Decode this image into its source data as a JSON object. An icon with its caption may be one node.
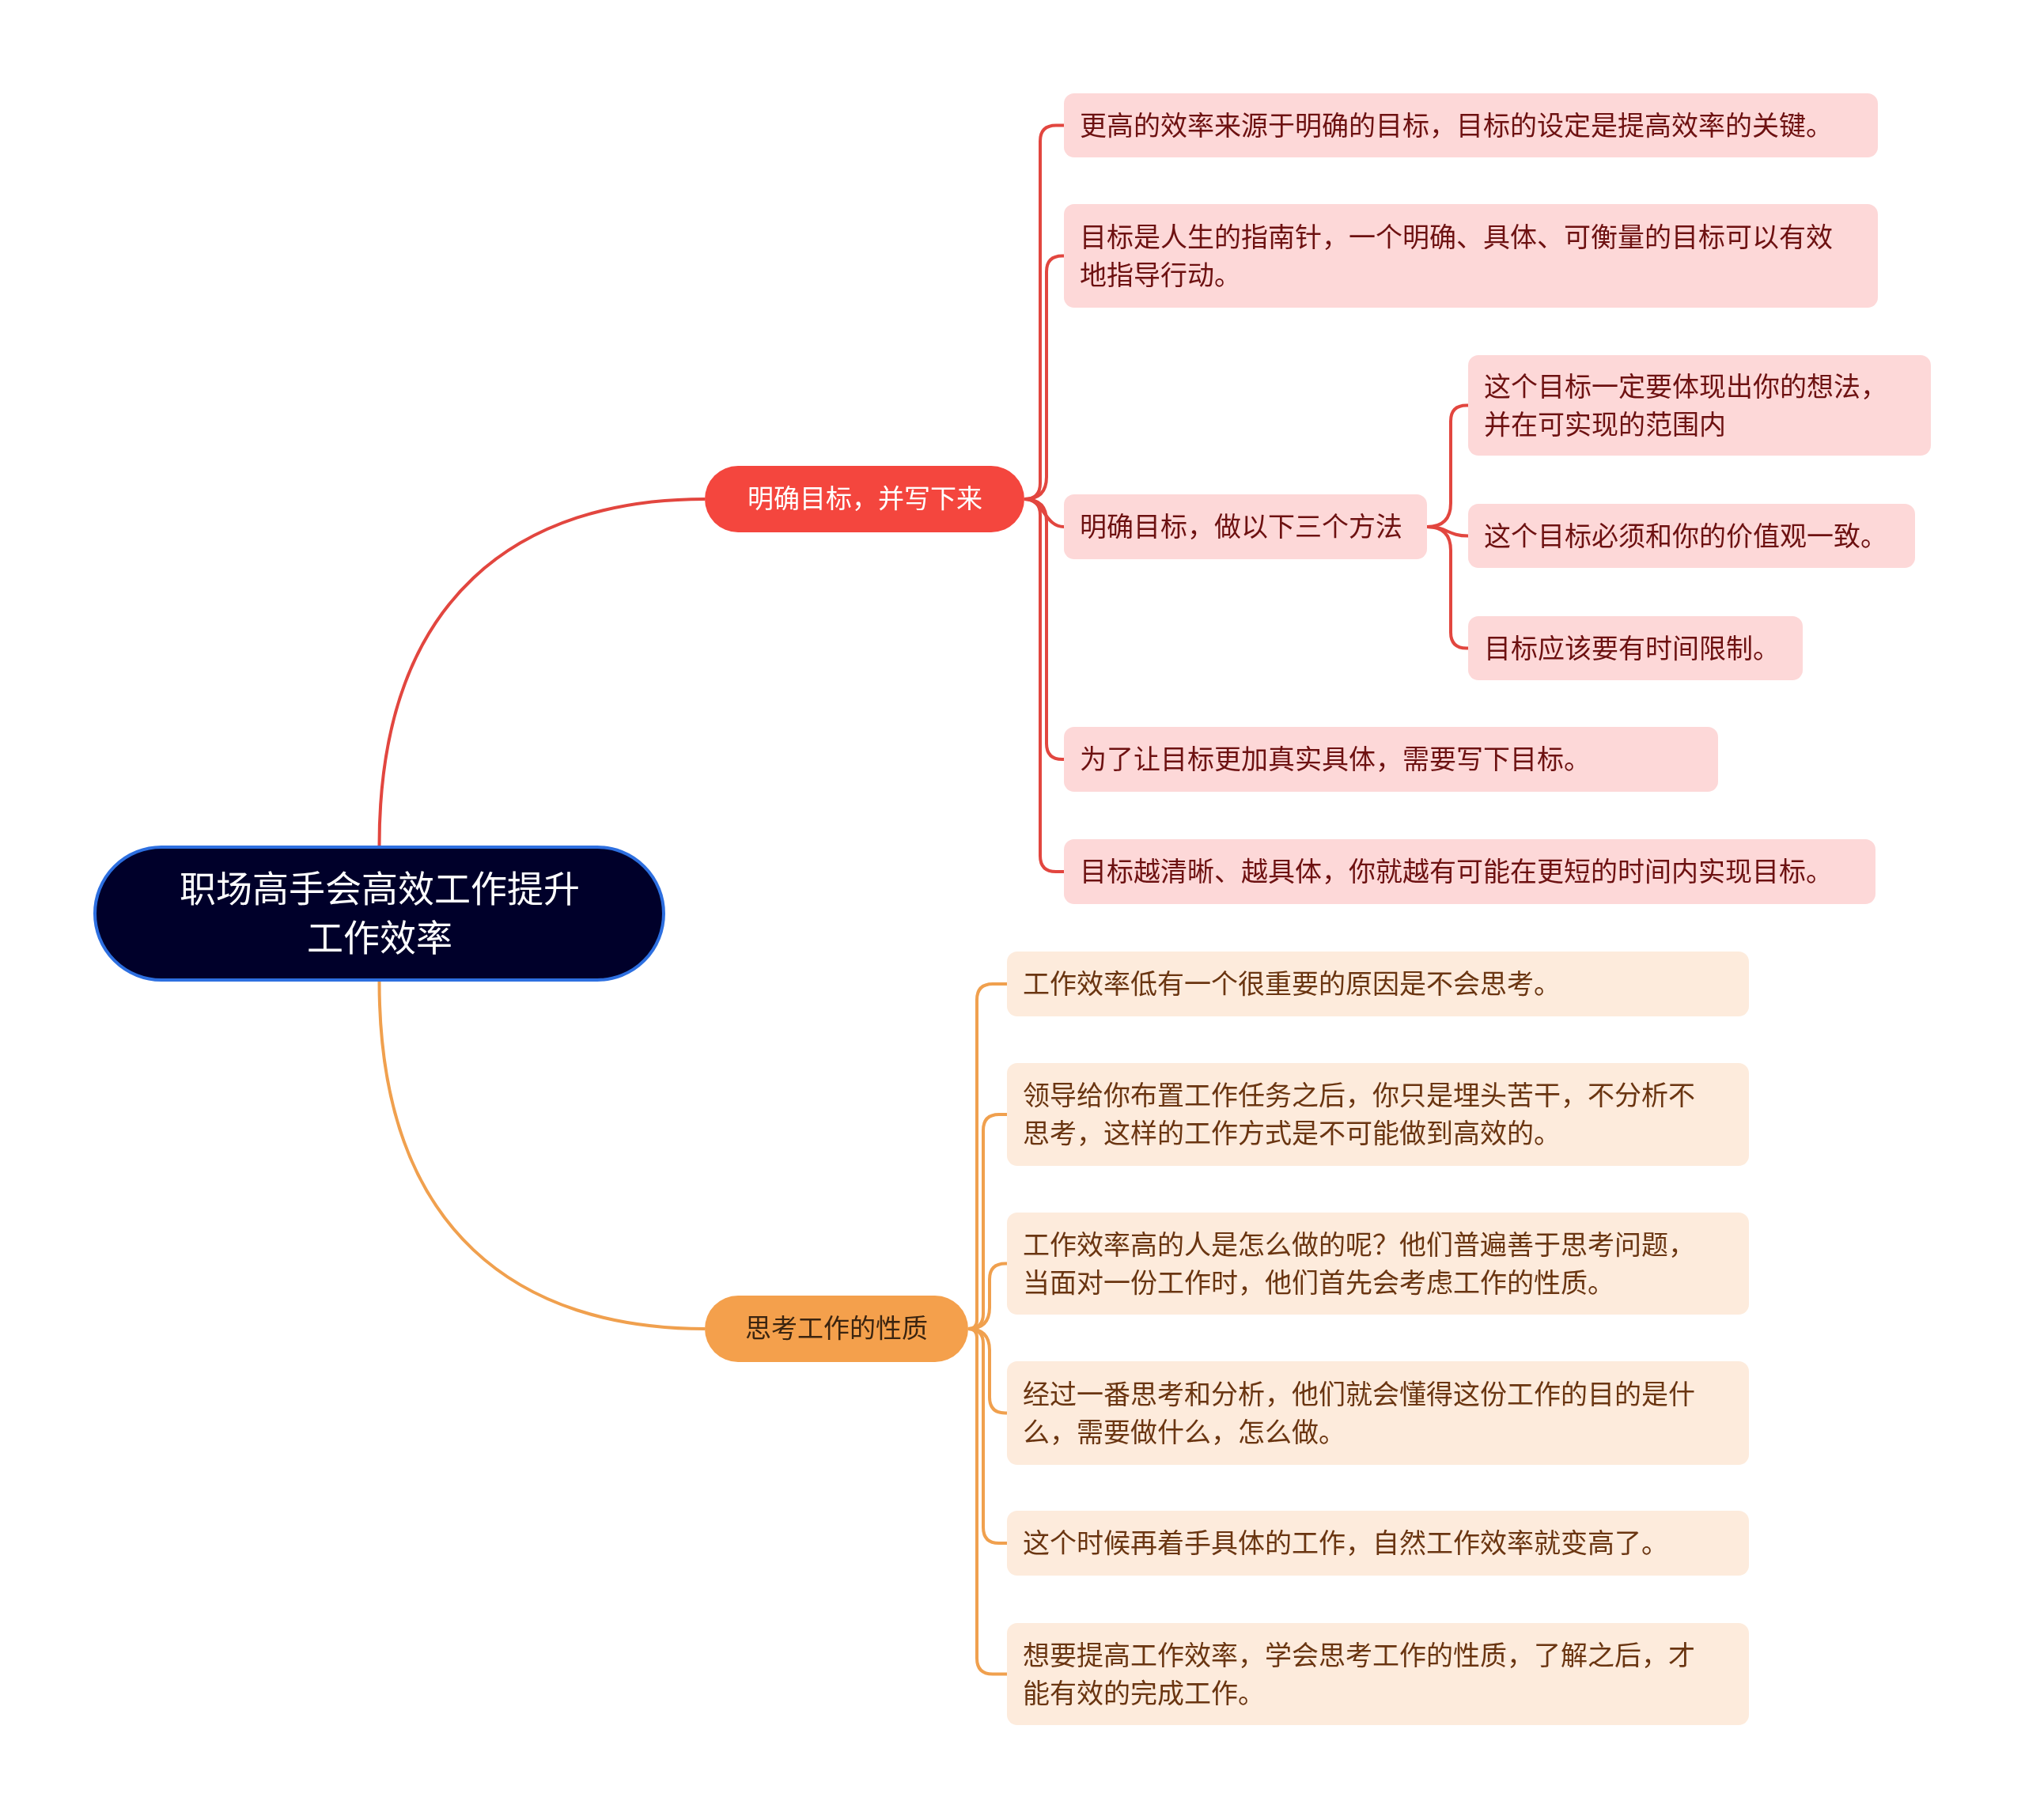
{
  "diagram": {
    "nodes": [
      {
        "text": [
          "职场高手会高效工作提升工作效率"
        ]
      },
      {
        "text": [
          "明确目标，并写下来"
        ]
      },
      {
        "text": [
          "更高的效率来源于明确的目标，目标的设定是提高效率的关键。"
        ]
      },
      {
        "text": [
          "目标是人生的指南针，一个明确、具体、可衡量的目标可以有效地指导行动。"
        ]
      },
      {
        "text": [
          "明确目标，做以下三个方法"
        ]
      },
      {
        "text": [
          "这个目标一定要体现出你的想法，并在可实现的范围内"
        ]
      },
      {
        "text": [
          "这个目标必须和你的价值观一致。"
        ]
      },
      {
        "text": [
          "目标应该要有时间限制。"
        ]
      },
      {
        "text": [
          "为了让目标更加真实具体，需要写下目标。"
        ]
      },
      {
        "text": [
          "目标越清晰、越具体，你就越有可能在更短的时间内实现目标。"
        ]
      },
      {
        "text": [
          "思考工作的性质"
        ]
      },
      {
        "text": [
          "工作效率低有一个很重要的原因是不会思考。"
        ]
      },
      {
        "text": [
          "领导给你布置工作任务之后，你只是埋头苦干，不分析不思考，这样的工作方式是不可能做到高效的。"
        ]
      },
      {
        "text": [
          "工作效率高的人是怎么做的呢？他们普遍善于思考问题，当面对一份工作时，他们首先会考虑工作的性质。"
        ]
      },
      {
        "text": [
          "经过一番思考和分析，他们就会懂得这份工作的目的是什么，需要做什么，怎么做。"
        ]
      },
      {
        "text": [
          "这个时候再着手具体的工作，自然工作效率就变高了。"
        ]
      },
      {
        "text": [
          "想要提高工作效率，学会思考工作的性质，了解之后，才能有效的完成工作。"
        ]
      }
    ],
    "edges": [
      {
        "from": 0,
        "to": 1,
        "arrow": "none"
      },
      {
        "from": 1,
        "to": 2,
        "arrow": "none"
      },
      {
        "from": 1,
        "to": 3,
        "arrow": "none"
      },
      {
        "from": 1,
        "to": 4,
        "arrow": "none"
      },
      {
        "from": 4,
        "to": 5,
        "arrow": "none"
      },
      {
        "from": 4,
        "to": 6,
        "arrow": "none"
      },
      {
        "from": 4,
        "to": 7,
        "arrow": "none"
      },
      {
        "from": 1,
        "to": 8,
        "arrow": "none"
      },
      {
        "from": 1,
        "to": 9,
        "arrow": "none"
      },
      {
        "from": 0,
        "to": 10,
        "arrow": "none",
        "color": "#f0a04e"
      },
      {
        "from": 10,
        "to": 11,
        "arrow": "none",
        "color": "#f0a04e"
      },
      {
        "from": 10,
        "to": 12,
        "arrow": "none",
        "color": "#f0a04e"
      },
      {
        "from": 10,
        "to": 13,
        "arrow": "none",
        "color": "#f0a04e"
      },
      {
        "from": 10,
        "to": 14,
        "arrow": "none",
        "color": "#f0a04e"
      },
      {
        "from": 10,
        "to": 15,
        "arrow": "none",
        "color": "#f0a04e"
      },
      {
        "from": 10,
        "to": 16,
        "arrow": "none",
        "color": "#f0a04e"
      }
    ]
  }
}
